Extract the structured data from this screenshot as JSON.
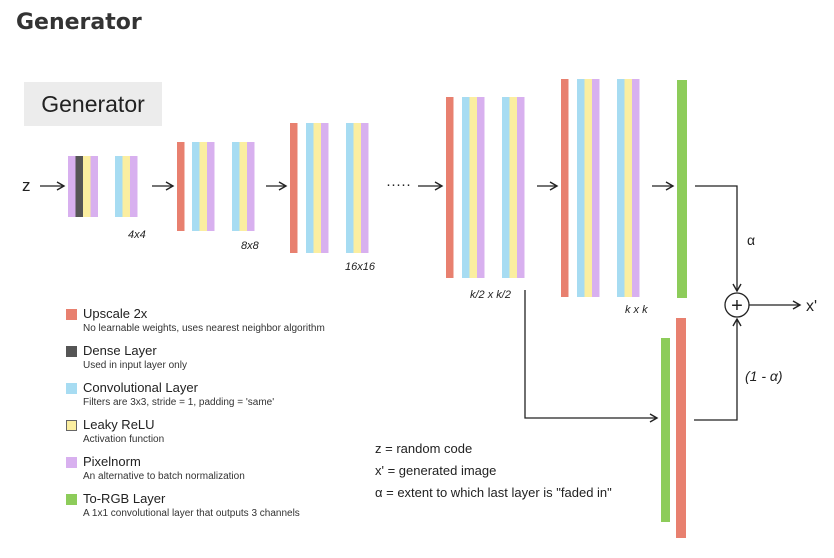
{
  "page": {
    "title": "Generator"
  },
  "figure": {
    "box_label": "Generator",
    "input_label": "z",
    "output_label": "x'",
    "alpha_label": "α",
    "one_minus_alpha_label": "(1 - α)",
    "ellipsis": "·····",
    "sum_symbol": "+",
    "stage_labels": [
      "4x4",
      "8x8",
      "16x16",
      "k/2 x k/2",
      "k x k"
    ]
  },
  "colors": {
    "upscale": "#e8806f",
    "dense": "#555555",
    "conv": "#a7dcf2",
    "leaky": "#fbeea0",
    "pixelnorm": "#d8b0ef",
    "torgb": "#8dcc5a"
  },
  "legend": [
    {
      "key": "upscale",
      "name": "Upscale 2x",
      "desc": "No learnable weights, uses nearest neighbor algorithm"
    },
    {
      "key": "dense",
      "name": "Dense Layer",
      "desc": "Used in input layer only"
    },
    {
      "key": "conv",
      "name": "Convolutional Layer",
      "desc": "Filters are 3x3, stride = 1,  padding = 'same'"
    },
    {
      "key": "leaky",
      "name": "Leaky ReLU",
      "desc": "Activation function"
    },
    {
      "key": "pixelnorm",
      "name": "Pixelnorm",
      "desc": "An alternative to batch normalization"
    },
    {
      "key": "torgb",
      "name": "To-RGB Layer",
      "desc": "A 1x1 convolutional layer that outputs 3 channels"
    }
  ],
  "notes": [
    "z = random code",
    "x' = generated image",
    "α = extent to which last layer is \"faded in\""
  ]
}
